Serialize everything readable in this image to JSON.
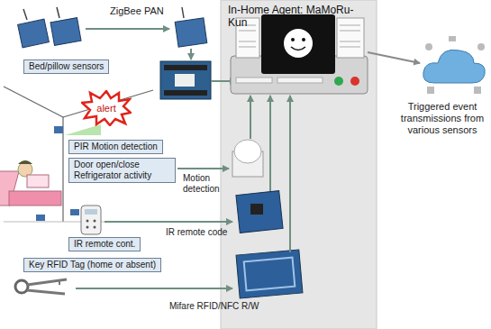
{
  "diagram": {
    "nodes": [
      {
        "text": [
          "In-Home Agent: MaMoRu-Kun"
        ]
      },
      {
        "text": [
          "Bed/pillow sensors"
        ]
      },
      {
        "text": [
          "PIR Motion detection"
        ]
      },
      {
        "text": [
          "Door open/close Refrigerator activity"
        ]
      },
      {
        "text": [
          "IR remote cont."
        ]
      },
      {
        "text": [
          "Key RFID Tag (home or absent)"
        ]
      },
      {
        "text": [
          "alert"
        ]
      }
    ],
    "labels": [
      "ZigBee PAN",
      "Motion detection",
      "IR remote code",
      "Mifare RFID/NFC R/W",
      "Triggered event transmissions from various sensors"
    ]
  }
}
